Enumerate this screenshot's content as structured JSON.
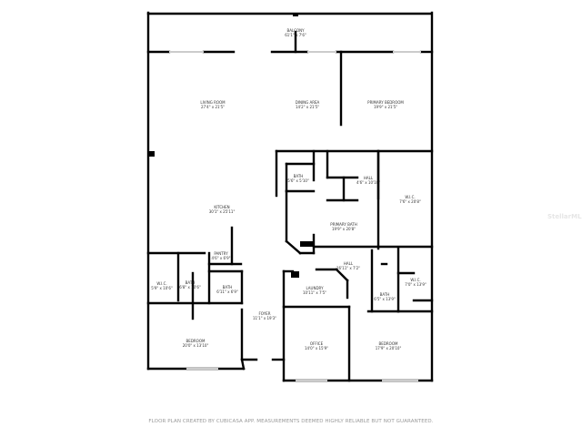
{
  "rooms": [
    {
      "name": "BALCONY",
      "dims": "61'1\" x 7'6\""
    },
    {
      "name": "LIVING ROOM",
      "dims": "27'4\" x 21'5\""
    },
    {
      "name": "DINING AREA",
      "dims": "14'2\" x 21'5\""
    },
    {
      "name": "PRIMARY BEDROOM",
      "dims": "19'9\" x 21'5\""
    },
    {
      "name": "BATH",
      "dims": "5'6\" x 5'10\""
    },
    {
      "name": "HALL",
      "dims": "4'6\" x 10'10\""
    },
    {
      "name": "W.I.C.",
      "dims": "7'6\" x 20'8\""
    },
    {
      "name": "KITCHEN",
      "dims": "30'1\" x 25'11\""
    },
    {
      "name": "PRIMARY BATH",
      "dims": "19'9\" x 20'8\""
    },
    {
      "name": "PANTRY",
      "dims": "4'6\" x 6'9\""
    },
    {
      "name": "HALL",
      "dims": "16'11\" x 7'2\""
    },
    {
      "name": "W.I.C.",
      "dims": "5'9\" x 10'6\""
    },
    {
      "name": "BATH",
      "dims": "6'8\" x 10'6\""
    },
    {
      "name": "BATH",
      "dims": "6'11\" x 6'9\""
    },
    {
      "name": "LAUNDRY",
      "dims": "10'11\" x 7'5\""
    },
    {
      "name": "BATH",
      "dims": "6'5\" x 13'9\""
    },
    {
      "name": "W.I.C.",
      "dims": "7'0\" x 13'9\""
    },
    {
      "name": "FOYER",
      "dims": "11'1\" x 19'3\""
    },
    {
      "name": "BEDROOM",
      "dims": "20'0\" x 13'10\""
    },
    {
      "name": "OFFICE",
      "dims": "14'0\" x 15'9\""
    },
    {
      "name": "BEDROOM",
      "dims": "17'9\" x 20'10\""
    }
  ],
  "footer": "FLOOR PLAN CREATED BY CUBICASA APP. MEASUREMENTS DEEMED HIGHLY RELIABLE BUT NOT GUARANTEED.",
  "watermark": "StellarMLS",
  "colors": {
    "wall": "#000000",
    "window": "#cccccc",
    "text": "#333333",
    "footer": "#999999"
  }
}
